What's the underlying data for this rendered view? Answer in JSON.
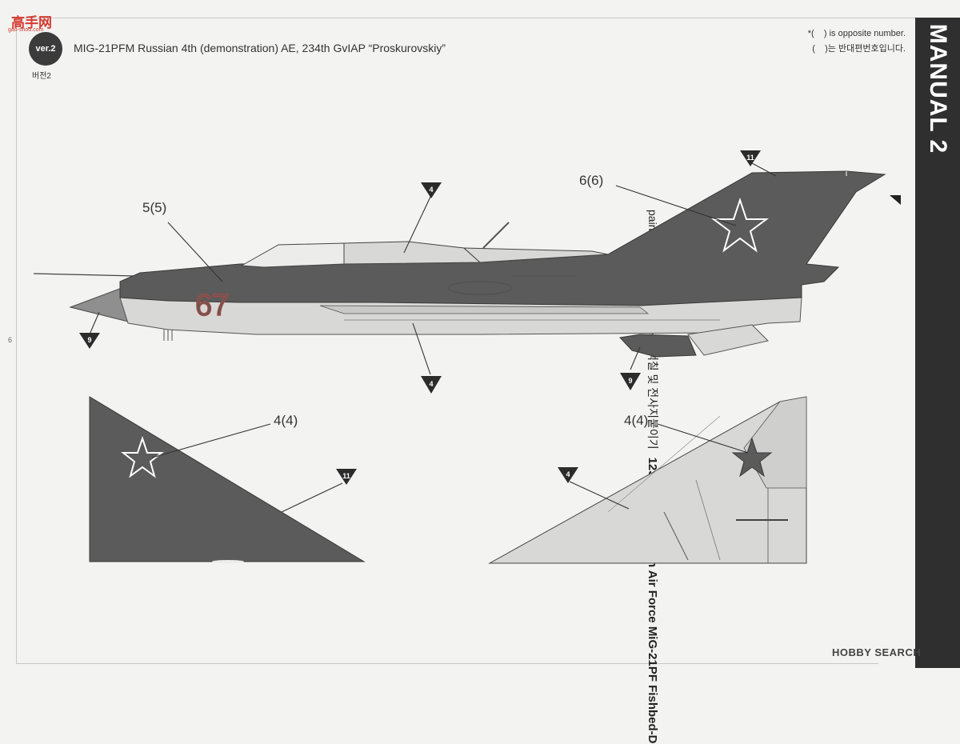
{
  "watermark": {
    "text": "高手网",
    "sub": "gao-shou.com"
  },
  "version": {
    "badge": "ver.2",
    "sub": "버전2"
  },
  "scheme_title": "MIG-21PFM Russian 4th (demonstration) AE, 234th GvIAP “Proskurovskiy”",
  "notes": {
    "line1": "*(    ) is opposite number.",
    "line2": "(    )는 반대편번호입니다."
  },
  "manual_title": "MANUAL 2",
  "side_label": {
    "section": "painting & decal placement/ 색칠 및 전사지붙이기",
    "product": "12320 1/48 Russian Air Force MiG-21PF Fishbed-D"
  },
  "hobby_search": "HOBBY SEARCH",
  "page_number": "6",
  "callouts": {
    "decal_5": "5(5)",
    "decal_6": "6(6)",
    "decal_4_left": "4(4)",
    "decal_4_right": "4(4)"
  },
  "markers": {
    "canopy": "4",
    "nose": "9",
    "belly": "4",
    "ventral": "9",
    "fin": "11",
    "wing_top": "11",
    "wing_bottom": "4"
  },
  "tail_number": "67",
  "colors": {
    "camo_gray": "#5b5b5b",
    "light_gray": "#d8d8d6",
    "line": "#3a3a3a",
    "marker": "#2b2b2b",
    "tail_number_red": "#a44a45"
  }
}
